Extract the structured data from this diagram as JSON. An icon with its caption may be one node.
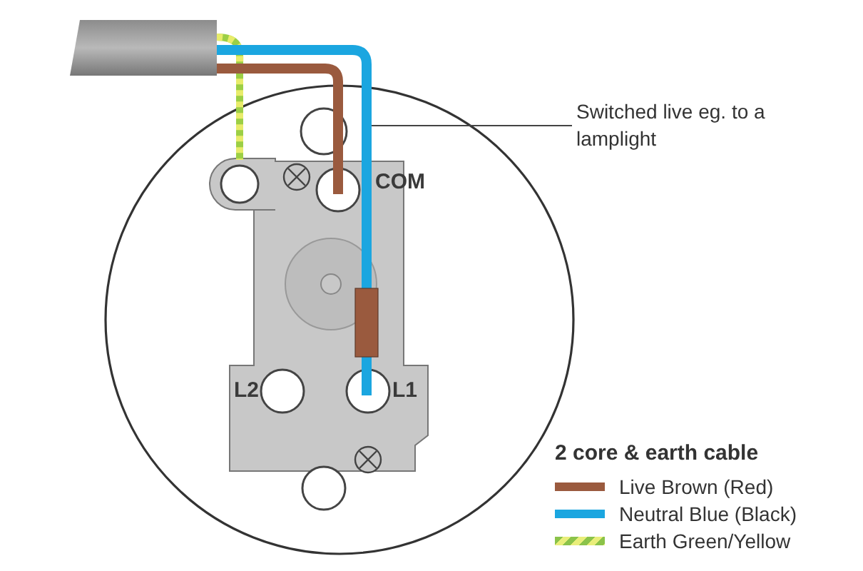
{
  "diagram": {
    "nodes": [
      {
        "text": [
          "Switched live eg. to a lamplight"
        ]
      },
      {
        "text": [],
        "shape": "wire"
      }
    ],
    "edges": [
      {
        "from": 0,
        "to": 1,
        "arrow": "none"
      }
    ],
    "labels": [
      "COM",
      "L2",
      "L1",
      "2 core & earth cable"
    ],
    "legend": [
      {
        "text": "Live Brown (Red)",
        "color": "#9a5a3e"
      },
      {
        "text": "Neutral Blue (Black)",
        "color": "#1ba6e0"
      },
      {
        "text": "Earth Green/Yellow"
      }
    ]
  }
}
